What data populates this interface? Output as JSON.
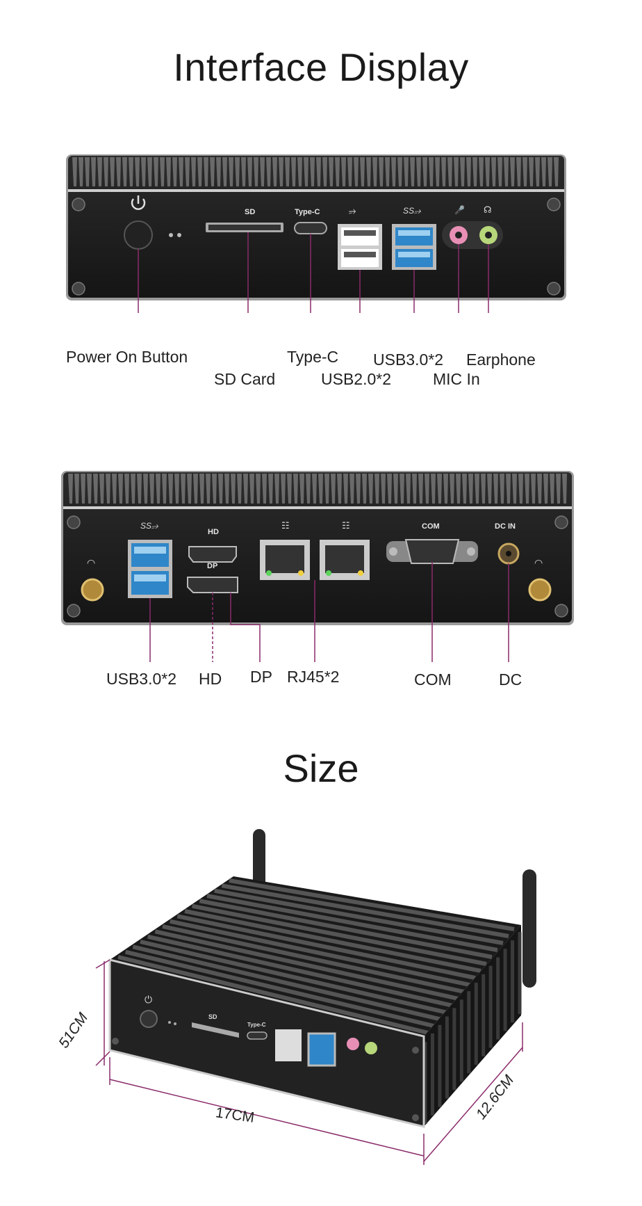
{
  "titles": {
    "interface": "Interface Display",
    "size": "Size"
  },
  "front_panel": {
    "port_marks": {
      "sd": "SD",
      "typec": "Type-C"
    },
    "labels": {
      "power": "Power On Button",
      "sd_card": "SD Card",
      "typec": "Type-C",
      "usb2": "USB2.0*2",
      "usb3": "USB3.0*2",
      "mic": "MIC In",
      "earphone": "Earphone"
    }
  },
  "rear_panel": {
    "port_marks": {
      "hd": "HD",
      "dp": "DP",
      "com": "COM",
      "dcin": "DC IN"
    },
    "labels": {
      "usb3": "USB3.0*2",
      "hd": "HD",
      "dp": "DP",
      "rj45": "RJ45*2",
      "com": "COM",
      "dc": "DC"
    }
  },
  "dimensions": {
    "height": "51CM",
    "width": "17CM",
    "depth": "12.6CM"
  },
  "colors": {
    "case": "#1d1d1d",
    "fin": "#2a2a2a",
    "leader": "#8a2a6a",
    "usb3_blue": "#2f86c8",
    "mic_pink": "#e88fb5",
    "ear_green": "#b7d77a"
  }
}
